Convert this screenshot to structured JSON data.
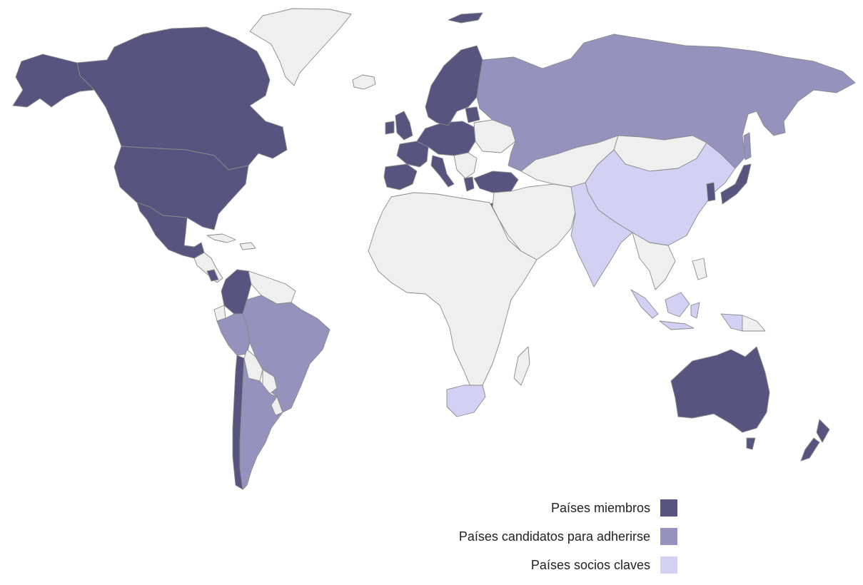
{
  "legend": {
    "members": {
      "label": "Países miembros",
      "color": "#57557f"
    },
    "candidates": {
      "label": "Países candidatos para adherirse",
      "color": "#9593bd"
    },
    "partners": {
      "label": "Países socios claves",
      "color": "#d2d1f4"
    }
  },
  "colors": {
    "other": "#efefef",
    "border": "#8a8a8a",
    "background": "#ffffff"
  }
}
